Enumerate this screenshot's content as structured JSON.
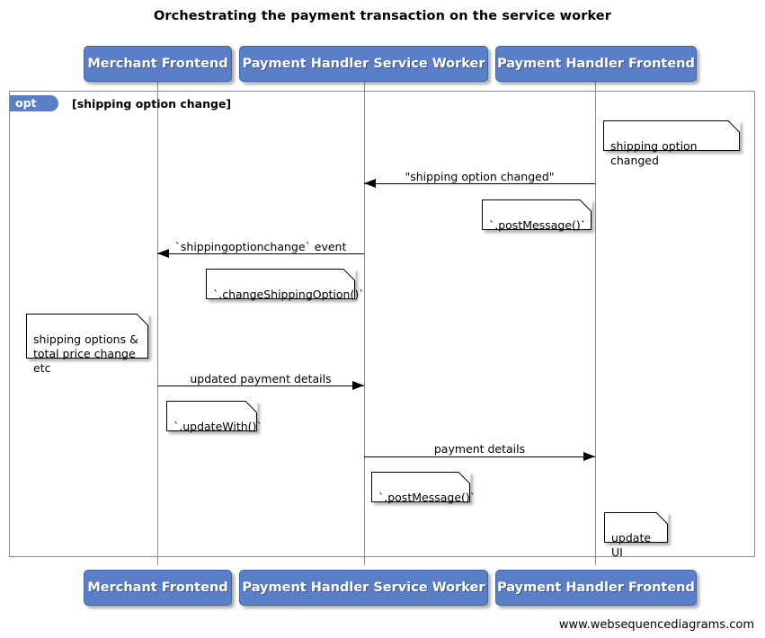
{
  "diagram": {
    "title": "Orchestrating the payment transaction on the service worker",
    "watermark": "www.websequencediagrams.com",
    "colors": {
      "participant_fill": "#5b7fc7",
      "participant_border": "#3f64ad",
      "participant_text": "#ffffff",
      "lifeline": "#8c8c8c",
      "frame_border": "#8c8c8c",
      "note_fill": "#ffffff",
      "note_border": "#000000",
      "arrow": "#000000",
      "background": "#ffffff"
    }
  },
  "participants": [
    {
      "id": "merchant-frontend",
      "label": "Merchant Frontend"
    },
    {
      "id": "payment-handler-service-worker",
      "label": "Payment Handler Service Worker"
    },
    {
      "id": "payment-handler-frontend",
      "label": "Payment Handler Frontend"
    }
  ],
  "participants_bottom": [
    {
      "id": "merchant-frontend",
      "label": "Merchant Frontend"
    },
    {
      "id": "payment-handler-service-worker",
      "label": "Payment Handler Service Worker"
    },
    {
      "id": "payment-handler-frontend",
      "label": "Payment Handler Frontend"
    }
  ],
  "fragment": {
    "type": "opt",
    "tab_label": "opt",
    "guard": "[shipping option change]"
  },
  "messages": [
    {
      "id": "msg-shipping-option-changed",
      "label": "\"shipping option changed\"",
      "from": "payment-handler-frontend",
      "to": "payment-handler-service-worker",
      "direction": "left"
    },
    {
      "id": "msg-shippingoptionchange-event",
      "label": "`shippingoptionchange` event",
      "from": "payment-handler-service-worker",
      "to": "merchant-frontend",
      "direction": "left"
    },
    {
      "id": "msg-updated-payment-details",
      "label": "updated payment details",
      "from": "merchant-frontend",
      "to": "payment-handler-service-worker",
      "direction": "right"
    },
    {
      "id": "msg-payment-details",
      "label": "payment details",
      "from": "payment-handler-service-worker",
      "to": "payment-handler-frontend",
      "direction": "right"
    }
  ],
  "notes": [
    {
      "id": "note-shipping-option-changed",
      "text": "shipping option changed"
    },
    {
      "id": "note-postmessage-1",
      "text": "`.postMessage()`"
    },
    {
      "id": "note-changeshippingoption",
      "text": "`.changeShippingOption()`"
    },
    {
      "id": "note-shipping-options-total-price",
      "text": "shipping options &\ntotal price change etc"
    },
    {
      "id": "note-updatewith",
      "text": "`.updateWith()`"
    },
    {
      "id": "note-postmessage-2",
      "text": "`.postMessage()`"
    },
    {
      "id": "note-update-ui",
      "text": "update UI"
    }
  ]
}
